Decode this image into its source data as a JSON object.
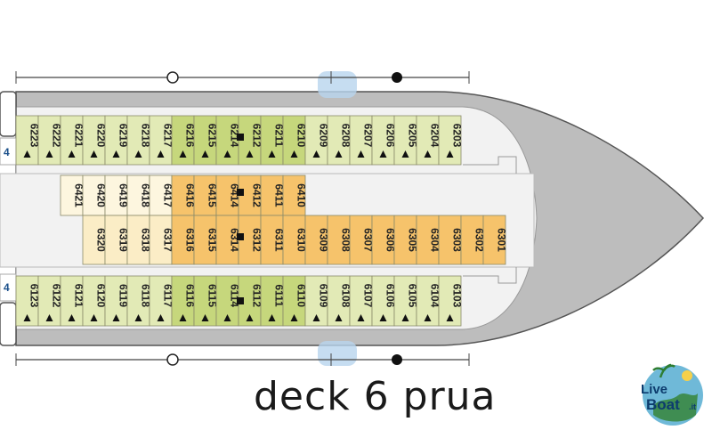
{
  "title": "deck 6 prua",
  "logo": {
    "line1": "Live",
    "line2": "Boat",
    "suffix": ".it"
  },
  "side_labels": {
    "upper": "4",
    "lower": "4"
  },
  "marker_symbols": {
    "open_circle": "open-circle",
    "filled_circle": "filled-circle",
    "lift": "lift-square"
  },
  "colors": {
    "hull": "#bdbdbd",
    "corridor": "#f2f2f2",
    "cabin_green": "#e2eab6",
    "cabin_green_dark": "#c6d77c",
    "cabin_orange": "#f6c36b",
    "cabin_cream": "#fbedc6",
    "cabin_cream_light": "#fdf6df",
    "edge": "#7f9e3a"
  },
  "cabins": {
    "row_top": [
      "6223",
      "6222",
      "6221",
      "6220",
      "6219",
      "6218",
      "6217",
      "6216",
      "6215",
      "6214",
      "6212",
      "6211",
      "6210",
      "6209",
      "6208",
      "6207",
      "6206",
      "6205",
      "6204",
      "6203"
    ],
    "row_mid_upper": [
      "6421",
      "6420",
      "6419",
      "6418",
      "6417",
      "6416",
      "6415",
      "6414",
      "6412",
      "6411",
      "6410"
    ],
    "row_mid_lower": [
      "6320",
      "6319",
      "6318",
      "6317",
      "6316",
      "6315",
      "6314",
      "6312",
      "6311",
      "6310",
      "6309",
      "6308",
      "6307",
      "6306",
      "6305",
      "6304",
      "6303",
      "6302",
      "6301"
    ],
    "row_bottom": [
      "6123",
      "6122",
      "6121",
      "6120",
      "6119",
      "6118",
      "6117",
      "6116",
      "6115",
      "6114",
      "6112",
      "6111",
      "6110",
      "6109",
      "6108",
      "6107",
      "6106",
      "6105",
      "6104",
      "6103"
    ]
  }
}
